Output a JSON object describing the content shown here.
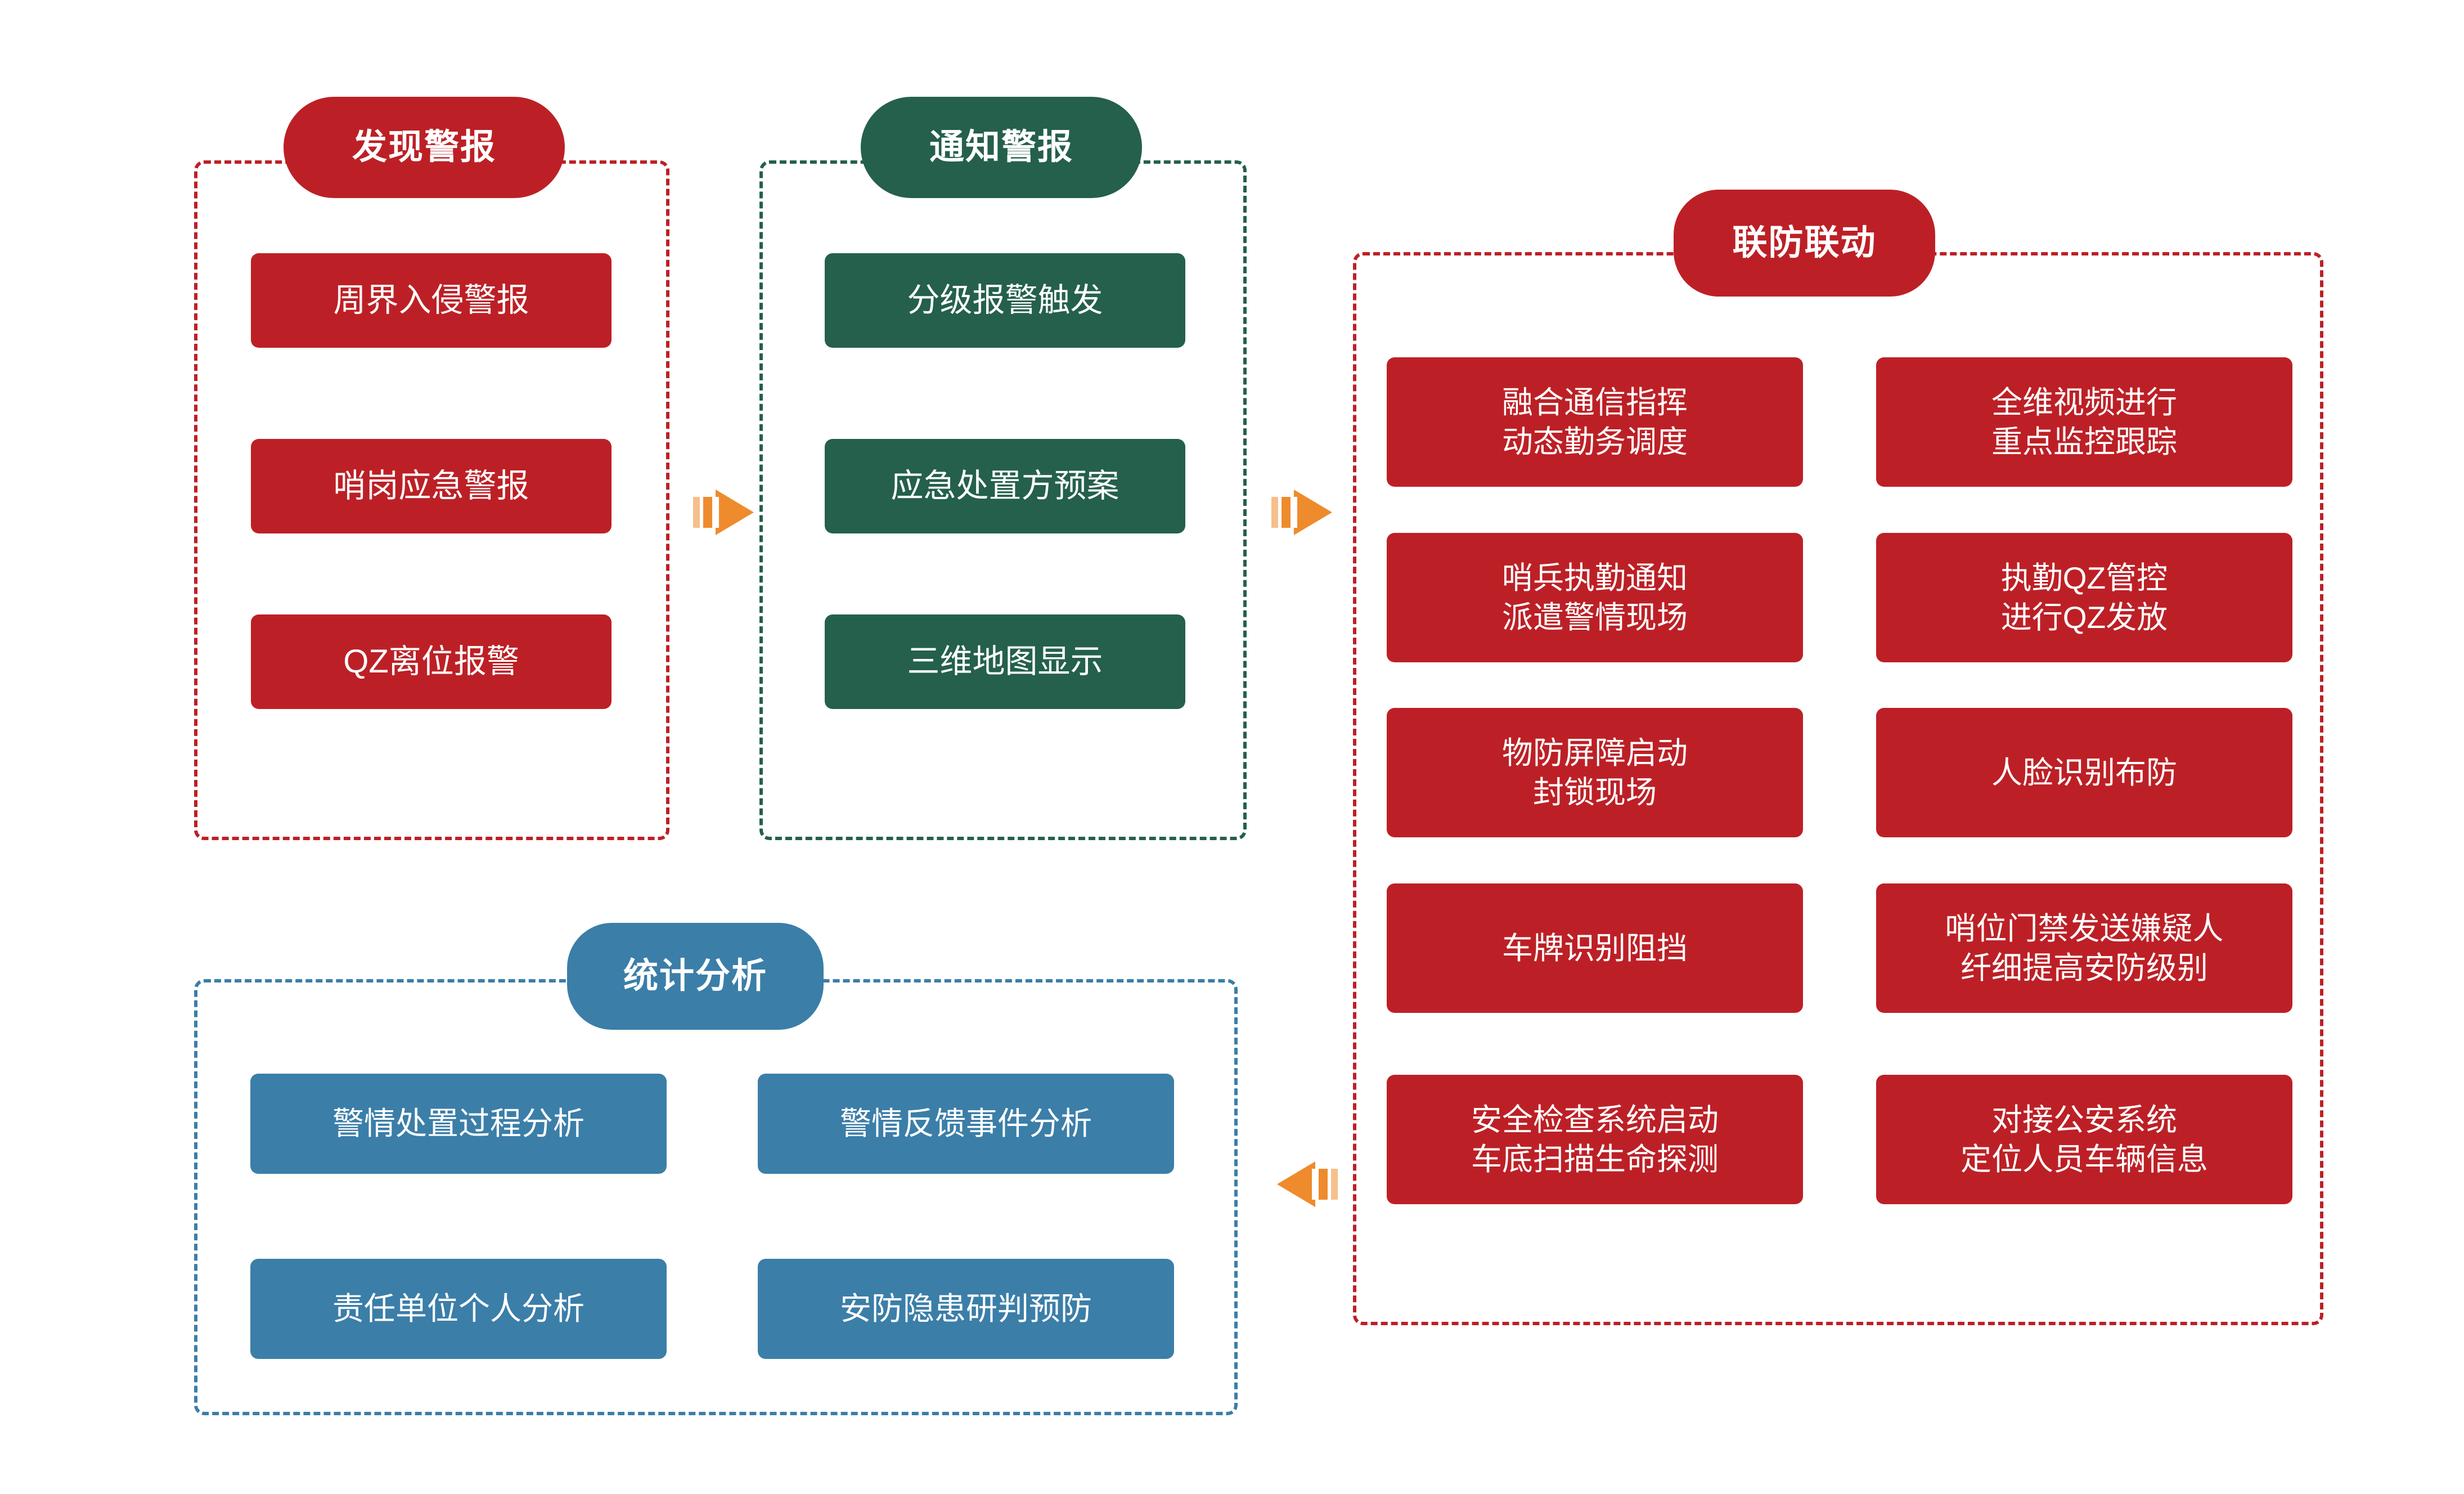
{
  "colors": {
    "red": "#BC2026",
    "green": "#24604B",
    "blue": "#3B7EA8",
    "orange": "#EE8B2D",
    "white": "#FFFFFF",
    "background": "#FFFFFF"
  },
  "panels": {
    "discover_alarm": {
      "title": "发现警报",
      "accent": "#BC2026",
      "items": [
        {
          "label": "周界入侵警报"
        },
        {
          "label": "哨岗应急警报"
        },
        {
          "label": "QZ离位报警"
        }
      ]
    },
    "notify_alarm": {
      "title": "通知警报",
      "accent": "#24604B",
      "items": [
        {
          "label": "分级报警触发"
        },
        {
          "label": "应急处置方预案"
        },
        {
          "label": "三维地图显示"
        }
      ]
    },
    "joint_defense": {
      "title": "联防联动",
      "accent": "#BC2026",
      "items_left": [
        {
          "label": "融合通信指挥\n动态勤务调度"
        },
        {
          "label": "哨兵执勤通知\n派遣警情现场"
        },
        {
          "label": "物防屏障启动\n封锁现场"
        },
        {
          "label": "车牌识别阻挡"
        },
        {
          "label": "安全检查系统启动\n车底扫描生命探测"
        }
      ],
      "items_right": [
        {
          "label": "全维视频进行\n重点监控跟踪"
        },
        {
          "label": "执勤QZ管控\n进行QZ发放"
        },
        {
          "label": "人脸识别布防"
        },
        {
          "label": "哨位门禁发送嫌疑人\n纤细提高安防级别"
        },
        {
          "label": "对接公安系统\n定位人员车辆信息"
        }
      ]
    },
    "statistics": {
      "title": "统计分析",
      "accent": "#3B7EA8",
      "items_left": [
        {
          "label": "警情处置过程分析"
        },
        {
          "label": "责任单位个人分析"
        }
      ],
      "items_right": [
        {
          "label": "警情反馈事件分析"
        },
        {
          "label": "安防隐患研判预防"
        }
      ]
    }
  },
  "connectors": [
    {
      "name": "arrow-discover-to-notify",
      "direction": "right"
    },
    {
      "name": "arrow-notify-to-joint",
      "direction": "right"
    },
    {
      "name": "arrow-joint-to-statistics",
      "direction": "left"
    }
  ]
}
